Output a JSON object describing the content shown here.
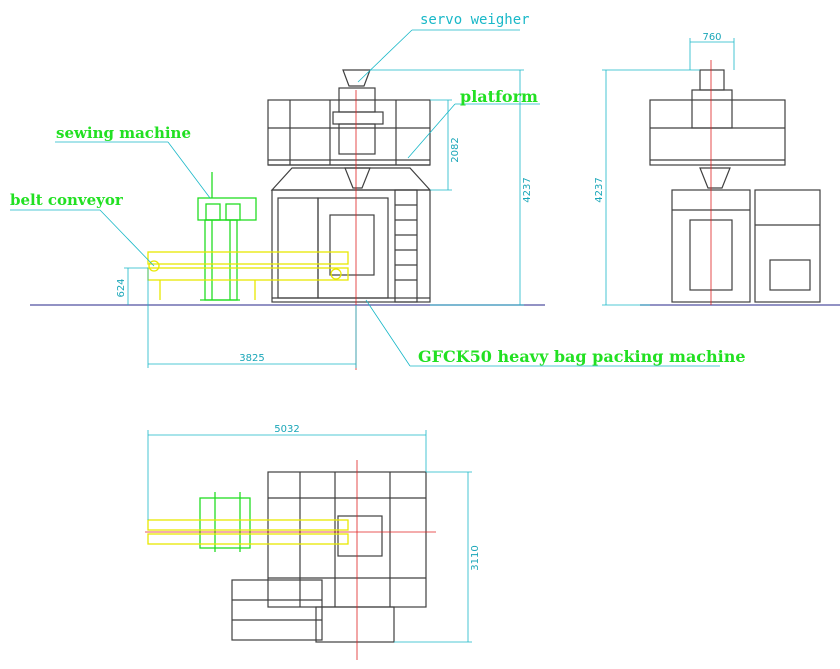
{
  "labels": {
    "servo_weigher": "servo weigher",
    "platform": "platform",
    "sewing_machine": "sewing machine",
    "belt_conveyor": "belt conveyor",
    "packing_machine": "GFCK50 heavy bag packing machine"
  },
  "dimensions": {
    "front_height_platform": "2082",
    "front_total_height": "4237",
    "conveyor_height": "624",
    "conveyor_length": "3825",
    "side_width": "760",
    "side_total_height": "4237",
    "top_length": "5032",
    "top_depth": "3110"
  },
  "colors": {
    "machine": "#404040",
    "sewing": "#22dd22",
    "conveyor": "#e8e800",
    "dimension": "#19b8c8",
    "centerline": "#e02020",
    "ground": "#5050a0"
  }
}
